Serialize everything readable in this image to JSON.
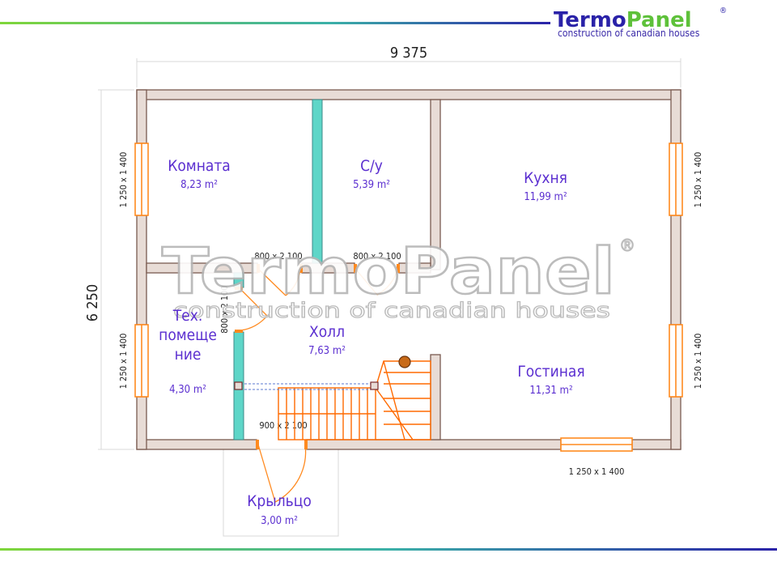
{
  "logo": {
    "brand_part1": "Termo",
    "brand_part2": "Panel",
    "registered": "®",
    "tagline": "construction of canadian houses"
  },
  "watermark": {
    "text": "TermoPanel",
    "registered": "®",
    "tagline": "construction of canadian houses"
  },
  "dimensions": {
    "overall_width": "9 375",
    "overall_height": "6 250",
    "window_left_top": "1 250  x  1 400",
    "window_left_bottom": "1 250  x  1 400",
    "window_right_top": "1 250  x  1 400",
    "window_right_bottom": "1 250  x  1 400",
    "window_bottom": "1 250  x  1 400",
    "door_komnata": "800  x  2 100",
    "door_cu": "800  x  2 100",
    "door_tech": "800  x  2 100",
    "door_entry": "900  x  2 100"
  },
  "rooms": {
    "komnata": {
      "name": "Комната",
      "area": "8,23 m²"
    },
    "cu": {
      "name": "С/у",
      "area": "5,39 m²"
    },
    "kuhnya": {
      "name": "Кухня",
      "area": "11,99 m²"
    },
    "tech_line1": "Тех.",
    "tech_line2": "помеще",
    "tech_line3": "ние",
    "tech_area": "4,30 m²",
    "holl": {
      "name": "Холл",
      "area": "7,63 m²"
    },
    "gostinaya": {
      "name": "Гостиная",
      "area": "11,31 m²"
    },
    "krylco": {
      "name": "Крыльцо",
      "area": "3,00 m²"
    }
  },
  "colors": {
    "wall_fill": "#e8dcd6",
    "wall_stroke": "#7a5a50",
    "partition": "#5ed6c8",
    "window": "#ff8a1f",
    "stairs": "#ff6a00",
    "room_text": "#5b2fd0",
    "brand_blue": "#2a22a8",
    "brand_green": "#5ec13a"
  }
}
